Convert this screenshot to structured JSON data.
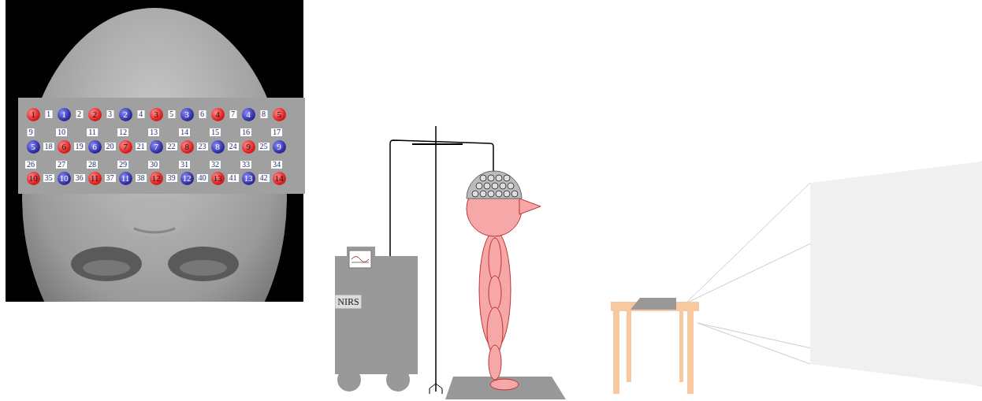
{
  "diagram": {
    "nodes": [
      {
        "text": [
          "1"
        ]
      },
      {
        "text": [
          "1"
        ]
      },
      {
        "text": [
          "2"
        ]
      },
      {
        "text": [
          "2"
        ]
      },
      {
        "text": [
          "3"
        ]
      },
      {
        "text": [
          "3"
        ]
      },
      {
        "text": [
          "4"
        ]
      },
      {
        "text": [
          "4"
        ]
      },
      {
        "text": [
          "5"
        ]
      },
      {
        "text": [
          "5"
        ]
      },
      {
        "text": [
          "6"
        ]
      },
      {
        "text": [
          "6"
        ]
      },
      {
        "text": [
          "7"
        ]
      },
      {
        "text": [
          "7"
        ]
      },
      {
        "text": [
          "8"
        ]
      },
      {
        "text": [
          "8"
        ]
      },
      {
        "text": [
          "9"
        ]
      },
      {
        "text": [
          "9"
        ]
      },
      {
        "text": [
          "10"
        ]
      },
      {
        "text": [
          "10"
        ]
      },
      {
        "text": [
          "11"
        ]
      },
      {
        "text": [
          "11"
        ]
      },
      {
        "text": [
          "12"
        ]
      },
      {
        "text": [
          "12"
        ]
      },
      {
        "text": [
          "13"
        ]
      },
      {
        "text": [
          "13"
        ]
      },
      {
        "text": [
          "14"
        ]
      }
    ],
    "labels": [
      "1",
      "2",
      "3",
      "4",
      "5",
      "6",
      "7",
      "8",
      "9",
      "10",
      "11",
      "12",
      "13",
      "14",
      "15",
      "16",
      "17",
      "18",
      "19",
      "20",
      "21",
      "22",
      "23",
      "24",
      "25",
      "26",
      "27",
      "28",
      "29",
      "30",
      "31",
      "32",
      "33",
      "34",
      "35",
      "36",
      "37",
      "38",
      "39",
      "40",
      "41",
      "42",
      "NIRS"
    ]
  }
}
